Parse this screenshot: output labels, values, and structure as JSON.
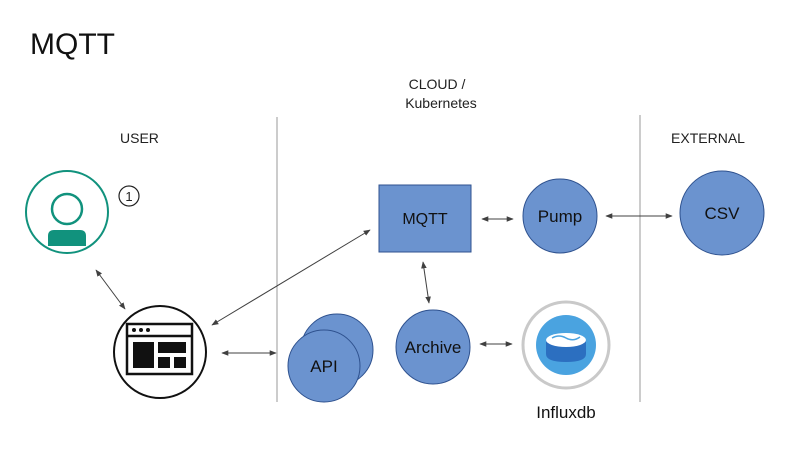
{
  "title": "MQTT",
  "sections": {
    "user": "USER",
    "cloud_line1": "CLOUD /",
    "cloud_line2": "Kubernetes",
    "external": "EXTERNAL"
  },
  "badge": "1",
  "nodes": {
    "mqtt": "MQTT",
    "pump": "Pump",
    "csv": "CSV",
    "api": "API",
    "archive": "Archive",
    "influxdb": "Influxdb"
  },
  "icons": {
    "user": "user-avatar-icon",
    "browser": "browser-window-icon",
    "influxdb": "influxdb-logo-icon"
  },
  "colors": {
    "node_fill": "#6b93cf",
    "node_stroke": "#2f528f",
    "user_ring": "#11927d",
    "influx_blue": "#2c6fc0",
    "influx_light": "#4aa3e0",
    "divider": "#9a9a9a",
    "arrow": "#404040"
  }
}
